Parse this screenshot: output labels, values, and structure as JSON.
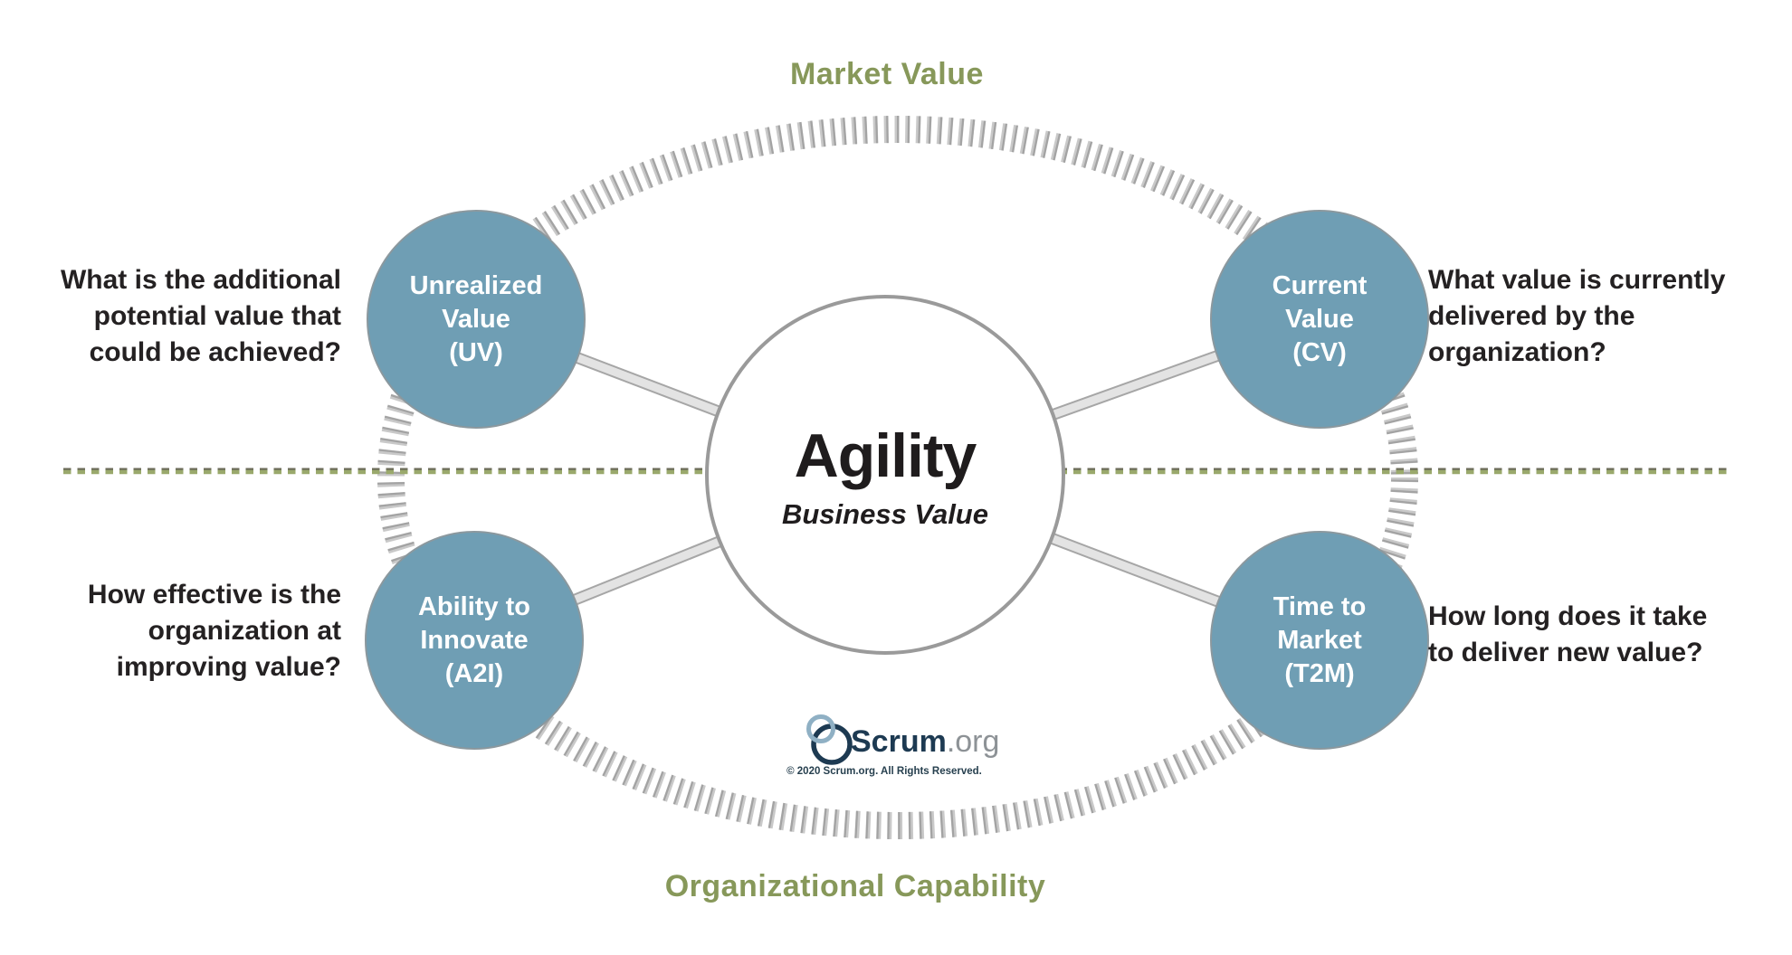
{
  "header": {
    "top_label": "Market Value",
    "bottom_label": "Organizational Capability"
  },
  "center": {
    "title": "Agility",
    "subtitle": "Business Value"
  },
  "areas": [
    {
      "id": "uv",
      "name": "Unrealized Value",
      "label_lines": [
        "Unrealized",
        "Value",
        "(UV)"
      ],
      "question_lines": [
        "What is the additional",
        "potential value that",
        "could be achieved?"
      ]
    },
    {
      "id": "cv",
      "name": "Current Value",
      "label_lines": [
        "Current",
        "Value",
        "(CV)"
      ],
      "question_lines": [
        "What value is currently",
        "delivered by the",
        "organization?"
      ]
    },
    {
      "id": "a2i",
      "name": "Ability to Innovate",
      "label_lines": [
        "Ability to",
        "Innovate",
        "(A2I)"
      ],
      "question_lines": [
        "How effective is the",
        "organization at",
        "improving value?"
      ]
    },
    {
      "id": "t2m",
      "name": "Time to Market",
      "label_lines": [
        "Time to",
        "Market",
        "(T2M)"
      ],
      "question_lines": [
        "How long does it take",
        "to deliver new value?"
      ]
    }
  ],
  "footer": {
    "logo_brand": "Scrum",
    "logo_suffix": ".org",
    "copyright": "© 2020 Scrum.org. All Rights Reserved."
  },
  "colors": {
    "accent_green": "#87985A",
    "dash_line_olive": "#9aa96c",
    "area_circle_fill": "#6F9EB4",
    "area_circle_text": "#ffffff",
    "tick_ring_gray": "#c9c9c9",
    "center_circle_border": "#9a9a9a",
    "question_text": "#242122",
    "logo_navy": "#1d3a52"
  }
}
